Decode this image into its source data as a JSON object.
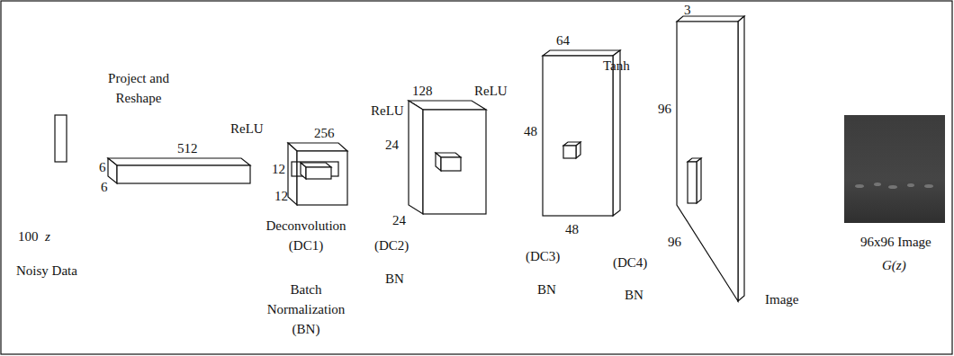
{
  "diagram": {
    "labels": [
      "Project and Reshape",
      "512",
      "6",
      "6",
      "ReLU",
      "256",
      "12",
      "12",
      "Deconvolution (DC1)",
      "Batch Normalization (BN)",
      "ReLU",
      "128",
      "24",
      "24",
      "(DC2)",
      "BN",
      "ReLU",
      "64",
      "48",
      "48",
      "(DC3)",
      "BN",
      "Tanh",
      "3",
      "96",
      "96",
      "(DC4)",
      "BN",
      "Image",
      "96x96 Image",
      "G(z)",
      "100",
      "z",
      "Noisy Data"
    ]
  }
}
